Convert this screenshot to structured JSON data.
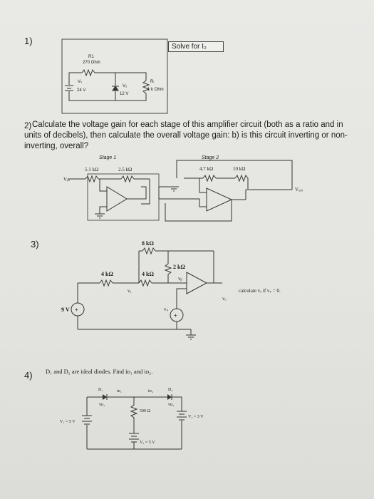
{
  "q1": {
    "number": "1)",
    "solve_box": "Solve for I₂",
    "r1": "R1",
    "r1_val": "270 Ohm",
    "vs": "Vₛ",
    "vs_val": "24 V",
    "vz": "V₂",
    "vz_val": "12 V",
    "rl": "Rₗ",
    "rl_val": "1 k Ohm"
  },
  "q2": {
    "number": "2)",
    "text": "Calculate the voltage gain for each stage of this amplifier circuit (both as a ratio and in units of decibels), then calculate the overall voltage gain: b) is this circuit inverting or non-inverting, overall?",
    "stage1": "Stage 1",
    "stage2": "Stage 2",
    "r_a": "5.1 kΩ",
    "r_b": "2.5 kΩ",
    "r_c": "4.7 kΩ",
    "r_d": "10 kΩ",
    "vin": "Vᵢₙ",
    "vout": "Vₒᵤₜ"
  },
  "q3": {
    "number": "3)",
    "r_top": "8 kΩ",
    "r_left": "4 kΩ",
    "r_mid": "4 kΩ",
    "r_right": "2 kΩ",
    "va": "vₐ",
    "vb": "vᵦ",
    "vs_src": "vₛ",
    "vo": "vₒ",
    "src_9v": "9 V",
    "calc": "calculate vₒ if vₛ = 0."
  },
  "q4": {
    "number": "4)",
    "text": "D₁ and D₂ are ideal diodes. Find iᴅ₁ and iᴅ₂.",
    "d1": "D₁",
    "d2": "D₂",
    "id1": "iᴅ₁",
    "id2": "iᴅ₂",
    "vd1": "vᴅ₁",
    "vd2": "vᴅ₂",
    "r": "500 Ω",
    "v1": "V₁ = 5 V",
    "v2": "V₂ = 3 V",
    "v3": "V₃ = 5 V"
  }
}
